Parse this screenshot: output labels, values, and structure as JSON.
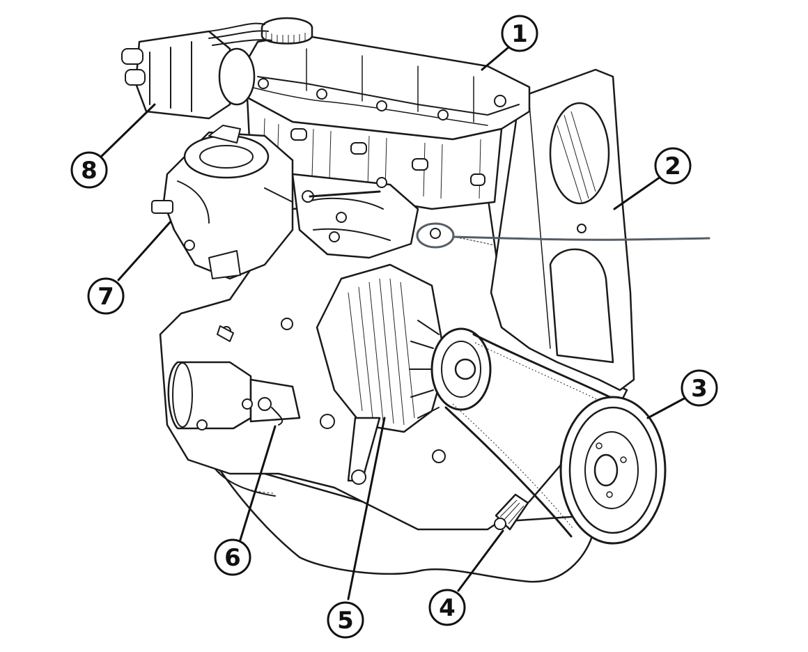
{
  "callouts": [
    {
      "id": "1",
      "label": "1"
    },
    {
      "id": "2",
      "label": "2"
    },
    {
      "id": "3",
      "label": "3"
    },
    {
      "id": "4",
      "label": "4"
    },
    {
      "id": "5",
      "label": "5"
    },
    {
      "id": "6",
      "label": "6"
    },
    {
      "id": "7",
      "label": "7"
    },
    {
      "id": "8",
      "label": "8"
    }
  ],
  "colors": {
    "ink": "#1a1a1a",
    "paper": "#ffffff",
    "pen_marker": "#555d66"
  }
}
